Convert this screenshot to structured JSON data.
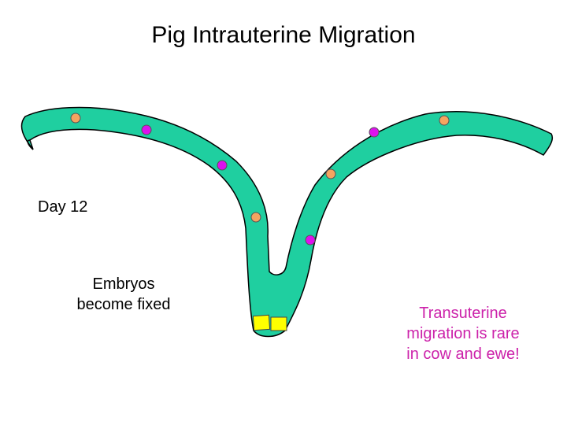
{
  "title": "Pig Intrauterine Migration",
  "day_label": "Day 12",
  "fixed_label_line1": "Embryos",
  "fixed_label_line2": "become fixed",
  "note_line1": "Transuterine",
  "note_line2": "migration is rare",
  "note_line3": "in cow and ewe!",
  "colors": {
    "uterus": "#1fcfa0",
    "uterus_outline": "#000000",
    "embryo_orange": "#f4a460",
    "embryo_magenta": "#dd11ee",
    "fixed_embryo": "#ffff00",
    "note_text": "#cc22aa"
  }
}
